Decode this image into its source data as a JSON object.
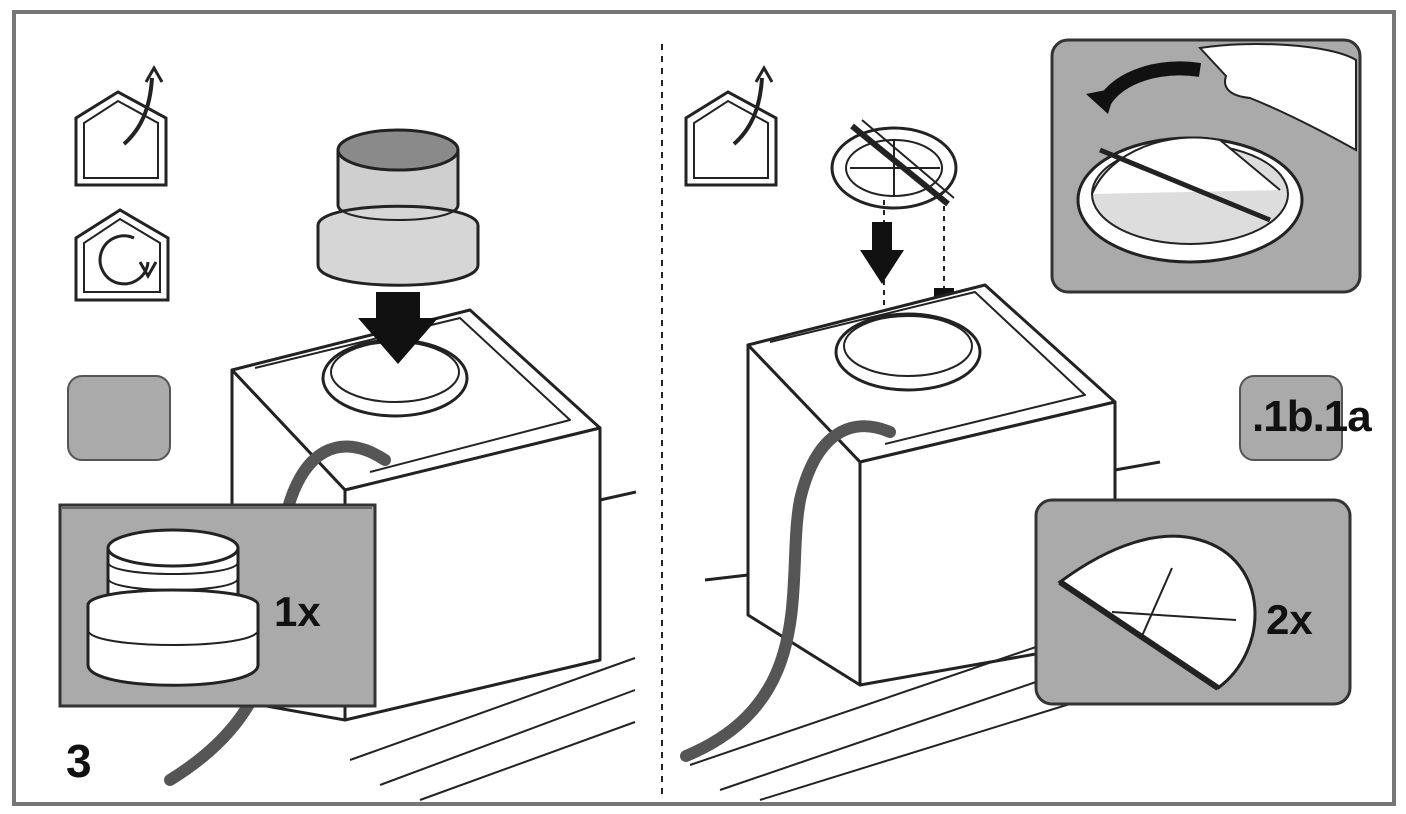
{
  "step_number": "3",
  "left_panel": {
    "kit_quantity": "1x"
  },
  "right_panel": {
    "flap_quantity": "2x",
    "version_badge": ".1b.1a"
  },
  "colors": {
    "frame": "#777777",
    "badge_gray": "#aaaaaa",
    "line": "#111111",
    "cable": "#555555"
  }
}
